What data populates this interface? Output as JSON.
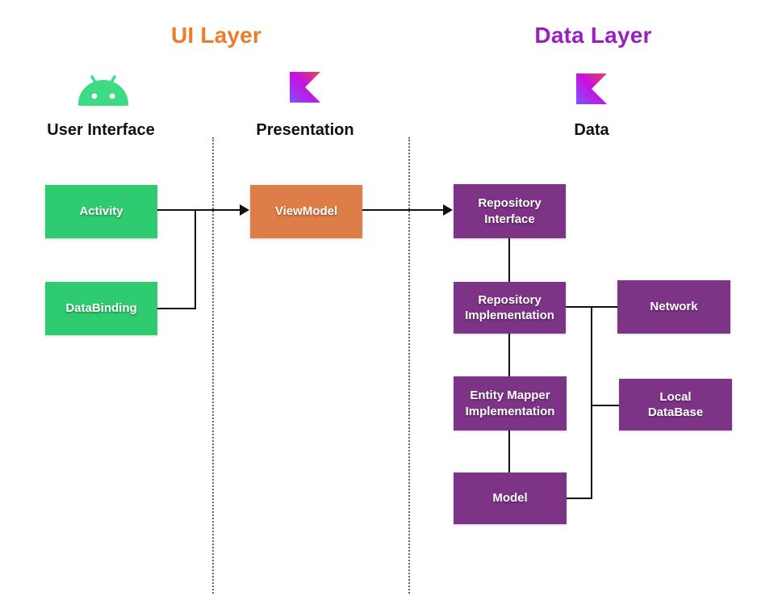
{
  "diagram": {
    "layers": [
      {
        "title": "UI Layer",
        "color": "#E87E2D"
      },
      {
        "title": "Data Layer",
        "color": "#9B1EC3"
      }
    ],
    "columns": [
      {
        "label": "User Interface",
        "icon": "android-icon"
      },
      {
        "label": "Presentation",
        "icon": "kotlin-icon"
      },
      {
        "label": "Data",
        "icon": "kotlin-icon"
      }
    ],
    "icons": {
      "android_green": "#3DDC84",
      "kotlin_gradient": [
        "#E44857",
        "#C711E1",
        "#7F52FF"
      ]
    },
    "colors": {
      "green_node": "#2ECB70",
      "orange_node": "#DD7E48",
      "purple_node": "#7D3487",
      "connector": "#111111"
    },
    "nodes": {
      "activity": {
        "label": "Activity",
        "color": "#2ECB70"
      },
      "databinding": {
        "label": "DataBinding",
        "color": "#2ECB70"
      },
      "viewmodel": {
        "label": "ViewModel",
        "color": "#DD7E48"
      },
      "repository_interface": {
        "label": "Repository\nInterface",
        "color": "#7D3487"
      },
      "repository_implementation": {
        "label": "Repository\nImplementation",
        "color": "#7D3487"
      },
      "entity_mapper_implementation": {
        "label": "Entity Mapper\nImplementation",
        "color": "#7D3487"
      },
      "model": {
        "label": "Model",
        "color": "#7D3487"
      },
      "network": {
        "label": "Network",
        "color": "#7D3487"
      },
      "local_database": {
        "label": "Local\nDataBase",
        "color": "#7D3487"
      }
    },
    "edges": [
      {
        "from": "Activity",
        "to": "ViewModel",
        "style": "arrow"
      },
      {
        "from": "DataBinding",
        "to": "ViewModel",
        "style": "line"
      },
      {
        "from": "ViewModel",
        "to": "Repository Interface",
        "style": "arrow"
      },
      {
        "from": "Repository Interface",
        "to": "Repository Implementation",
        "style": "line"
      },
      {
        "from": "Repository Implementation",
        "to": "Entity Mapper Implementation",
        "style": "line"
      },
      {
        "from": "Entity Mapper Implementation",
        "to": "Model",
        "style": "line"
      },
      {
        "from": "Repository Implementation",
        "to": "Network",
        "style": "line"
      },
      {
        "from": "Repository Implementation",
        "to": "Local DataBase",
        "style": "line"
      },
      {
        "from": "Model",
        "to": "Local DataBase",
        "style": "line"
      }
    ]
  }
}
